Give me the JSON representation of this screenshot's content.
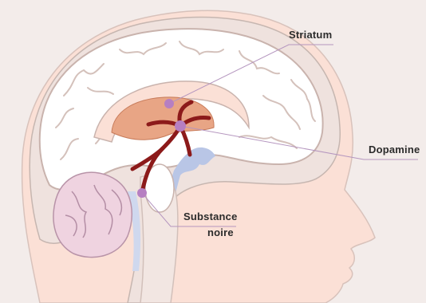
{
  "labels": {
    "striatum": "Striatum",
    "dopamine": "Dopamine",
    "substance_line1": "Substance",
    "substance_line2": "noire"
  },
  "colors": {
    "background": "#f3ecea",
    "skin": "#fbe0d6",
    "skull_outline": "#b5a8a3",
    "brain_fill": "#ffffff",
    "brain_outline": "#c9b3ad",
    "striatum_fill": "#e8a585",
    "dopamine_pathway": "#8c1a1a",
    "cerebellum": "#efd3e0",
    "ventricle_blue": "#b9c6e6",
    "marker": "#b67fc2",
    "pointer_line": "#b596bf"
  }
}
